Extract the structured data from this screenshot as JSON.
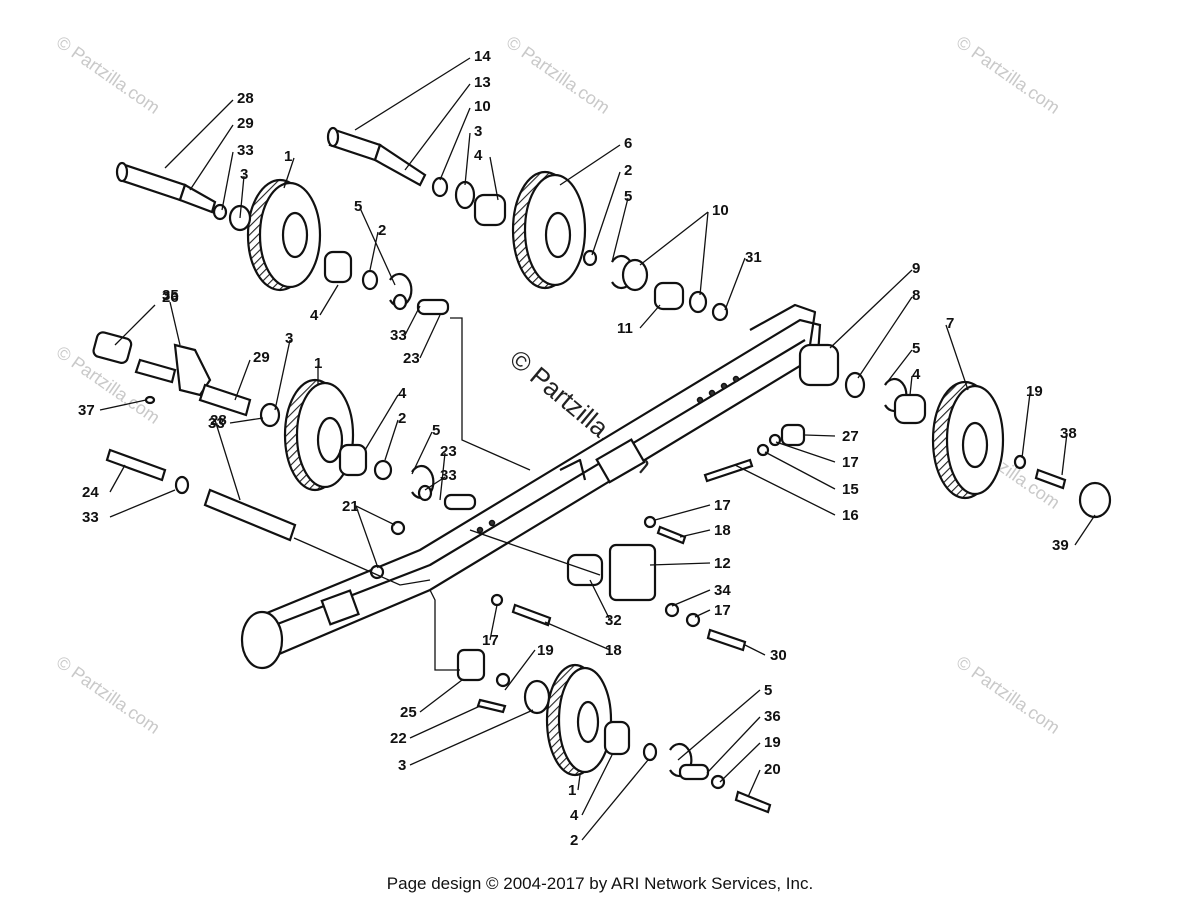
{
  "watermark": "© Partzilla.com",
  "center_watermark": "© Partzilla.com",
  "footer": "Page design © 2004-2017 by ARI Network Services, Inc.",
  "callouts": [
    {
      "id": "c1",
      "text": "28"
    },
    {
      "id": "c2",
      "text": "29"
    },
    {
      "id": "c3",
      "text": "33"
    },
    {
      "id": "c4",
      "text": "3"
    },
    {
      "id": "c5",
      "text": "1"
    },
    {
      "id": "c6",
      "text": "14"
    },
    {
      "id": "c7",
      "text": "13"
    },
    {
      "id": "c8",
      "text": "10"
    },
    {
      "id": "c9",
      "text": "3"
    },
    {
      "id": "c10",
      "text": "4"
    },
    {
      "id": "c11",
      "text": "6"
    },
    {
      "id": "c12",
      "text": "2"
    },
    {
      "id": "c13",
      "text": "5"
    },
    {
      "id": "c14",
      "text": "10"
    },
    {
      "id": "c15",
      "text": "5"
    },
    {
      "id": "c16",
      "text": "2"
    },
    {
      "id": "c17",
      "text": "4"
    },
    {
      "id": "c18",
      "text": "33"
    },
    {
      "id": "c19",
      "text": "23"
    },
    {
      "id": "c20",
      "text": "31"
    },
    {
      "id": "c21",
      "text": "11"
    },
    {
      "id": "c22",
      "text": "26"
    },
    {
      "id": "c23",
      "text": "35"
    },
    {
      "id": "c24",
      "text": "29"
    },
    {
      "id": "c25",
      "text": "3"
    },
    {
      "id": "c26",
      "text": "1"
    },
    {
      "id": "c27",
      "text": "37"
    },
    {
      "id": "c28",
      "text": "33"
    },
    {
      "id": "c29",
      "text": "4"
    },
    {
      "id": "c30",
      "text": "2"
    },
    {
      "id": "c31",
      "text": "5"
    },
    {
      "id": "c32",
      "text": "23"
    },
    {
      "id": "c33",
      "text": "33"
    },
    {
      "id": "c34",
      "text": "28"
    },
    {
      "id": "c35",
      "text": "24"
    },
    {
      "id": "c36",
      "text": "33"
    },
    {
      "id": "c37",
      "text": "21"
    },
    {
      "id": "c38",
      "text": "9"
    },
    {
      "id": "c39",
      "text": "8"
    },
    {
      "id": "c40",
      "text": "7"
    },
    {
      "id": "c41",
      "text": "5"
    },
    {
      "id": "c42",
      "text": "4"
    },
    {
      "id": "c43",
      "text": "19"
    },
    {
      "id": "c44",
      "text": "38"
    },
    {
      "id": "c45",
      "text": "39"
    },
    {
      "id": "c46",
      "text": "27"
    },
    {
      "id": "c47",
      "text": "17"
    },
    {
      "id": "c48",
      "text": "15"
    },
    {
      "id": "c49",
      "text": "16"
    },
    {
      "id": "c50",
      "text": "17"
    },
    {
      "id": "c51",
      "text": "18"
    },
    {
      "id": "c52",
      "text": "12"
    },
    {
      "id": "c53",
      "text": "34"
    },
    {
      "id": "c54",
      "text": "17"
    },
    {
      "id": "c55",
      "text": "30"
    },
    {
      "id": "c56",
      "text": "32"
    },
    {
      "id": "c57",
      "text": "17"
    },
    {
      "id": "c58",
      "text": "18"
    },
    {
      "id": "c59",
      "text": "19"
    },
    {
      "id": "c60",
      "text": "25"
    },
    {
      "id": "c61",
      "text": "22"
    },
    {
      "id": "c62",
      "text": "3"
    },
    {
      "id": "c63",
      "text": "5"
    },
    {
      "id": "c64",
      "text": "36"
    },
    {
      "id": "c65",
      "text": "19"
    },
    {
      "id": "c66",
      "text": "20"
    },
    {
      "id": "c67",
      "text": "1"
    },
    {
      "id": "c68",
      "text": "4"
    },
    {
      "id": "c69",
      "text": "2"
    }
  ]
}
